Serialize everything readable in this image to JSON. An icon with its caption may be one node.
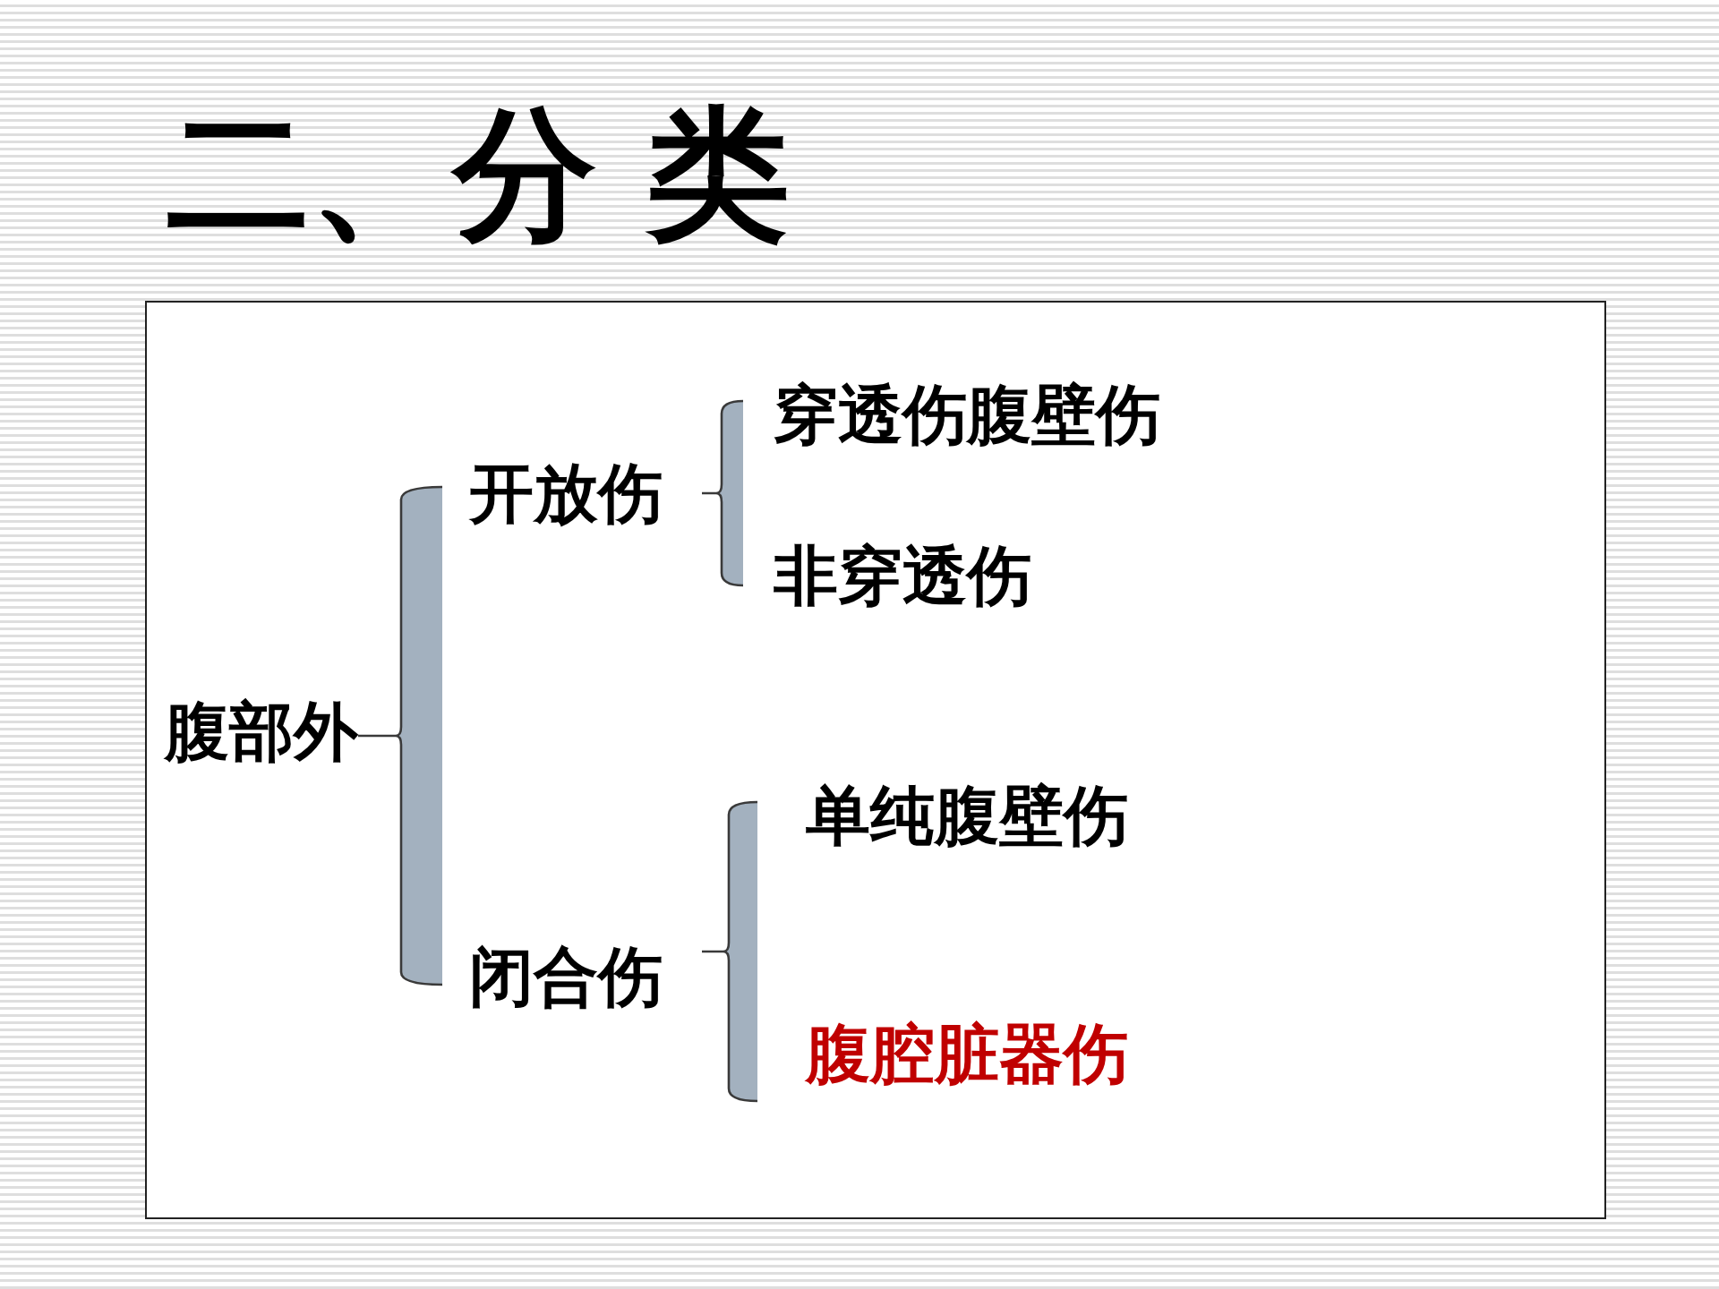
{
  "diagram": {
    "title": "二、分 类",
    "nodes": [
      {
        "text": [
          "腹部外"
        ]
      },
      {
        "text": [
          "开放伤"
        ]
      },
      {
        "text": [
          "穿透伤腹壁伤"
        ]
      },
      {
        "text": [
          "非穿透伤"
        ]
      },
      {
        "text": [
          "闭合伤"
        ]
      },
      {
        "text": [
          "单纯腹壁伤"
        ]
      },
      {
        "text": [
          "腹腔脏器伤"
        ]
      }
    ],
    "edges": [
      {
        "from": 0,
        "to": 1,
        "arrow": "none"
      },
      {
        "from": 0,
        "to": 4,
        "arrow": "none"
      },
      {
        "from": 1,
        "to": 2,
        "arrow": "none"
      },
      {
        "from": 1,
        "to": 3,
        "arrow": "none"
      },
      {
        "from": 4,
        "to": 5,
        "arrow": "none"
      },
      {
        "from": 4,
        "to": 6,
        "arrow": "none"
      }
    ]
  }
}
